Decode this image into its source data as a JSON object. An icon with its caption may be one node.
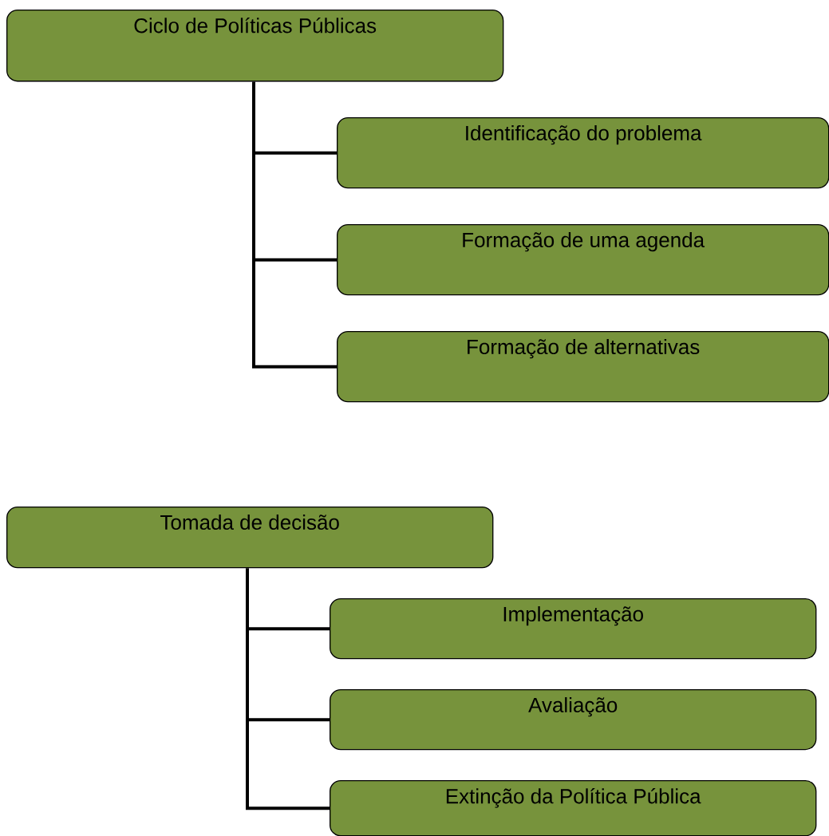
{
  "diagram": {
    "nodes": [
      {
        "text": [
          "Ciclo de Políticas Públicas"
        ]
      },
      {
        "text": [
          "Identificação do problema"
        ]
      },
      {
        "text": [
          "Formação de uma agenda"
        ]
      },
      {
        "text": [
          "Formação de alternativas"
        ]
      },
      {
        "text": [
          "Tomada de decisão"
        ]
      },
      {
        "text": [
          "Implementação"
        ]
      },
      {
        "text": [
          "Avaliação"
        ]
      },
      {
        "text": [
          "Extinção da Política Pública"
        ]
      }
    ],
    "edges": [
      {
        "from": 0,
        "to": 1,
        "arrow": "none"
      },
      {
        "from": 0,
        "to": 2,
        "arrow": "none"
      },
      {
        "from": 0,
        "to": 3,
        "arrow": "none"
      },
      {
        "from": 4,
        "to": 5,
        "arrow": "none"
      },
      {
        "from": 4,
        "to": 6,
        "arrow": "none"
      },
      {
        "from": 4,
        "to": 7,
        "arrow": "none"
      }
    ]
  }
}
